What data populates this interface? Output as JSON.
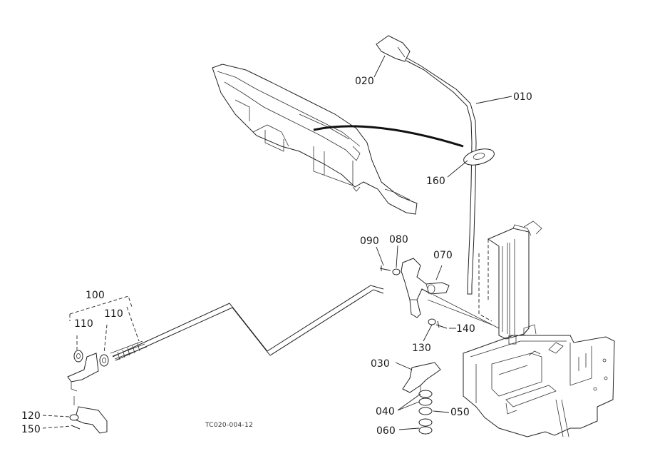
{
  "drawing_code": "TC020-004-12",
  "callouts": {
    "c010": "010",
    "c020": "020",
    "c030": "030",
    "c040": "040",
    "c050": "050",
    "c060": "060",
    "c070": "070",
    "c080": "080",
    "c090": "090",
    "c100": "100",
    "c110a": "110",
    "c110b": "110",
    "c120": "120",
    "c130": "130",
    "c140": "140",
    "c150": "150",
    "c160": "160"
  }
}
